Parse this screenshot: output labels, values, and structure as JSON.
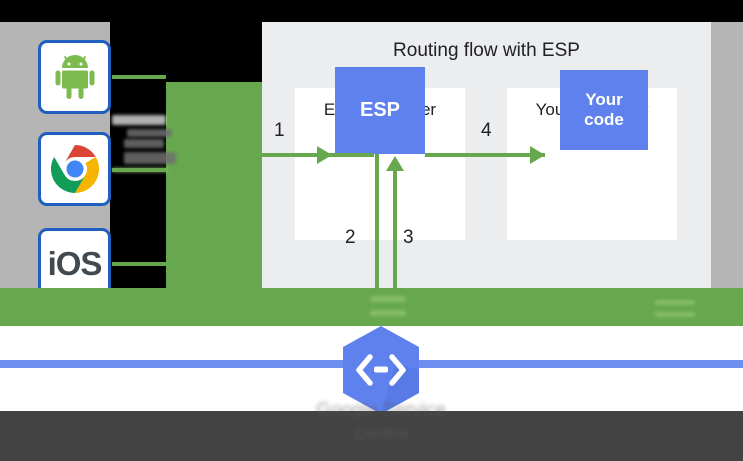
{
  "page": {
    "background_color": "#ffffff",
    "accent_green": "#67a84e",
    "accent_blue": "#5f81ed",
    "panel_gray": "#ecedef",
    "side_gray": "#b5b5b5"
  },
  "diagram": {
    "title": "Routing flow with ESP",
    "containers": [
      {
        "label": "ESP Container",
        "box_label": "ESP"
      },
      {
        "label": "Your Container",
        "box_label": "Your\ncode"
      }
    ],
    "your_code_line1": "Your",
    "your_code_line2": "code",
    "arrows": [
      {
        "number": "1",
        "direction": "right",
        "description": "client request into ESP"
      },
      {
        "number": "2",
        "direction": "down",
        "description": "ESP out to Google Service Control"
      },
      {
        "number": "3",
        "direction": "up",
        "description": "Google Service Control back to ESP"
      },
      {
        "number": "4",
        "direction": "right",
        "description": "ESP to your code"
      }
    ]
  },
  "clients": [
    {
      "name": "android",
      "icon": "android-icon",
      "label": ""
    },
    {
      "name": "chrome",
      "icon": "chrome-icon",
      "label": ""
    },
    {
      "name": "ios",
      "icon": "ios-icon",
      "label": "iOS"
    }
  ],
  "footer": {
    "logo": "google-service-control-hexagon-icon",
    "caption": "Google Service",
    "caption_2": "Control"
  }
}
